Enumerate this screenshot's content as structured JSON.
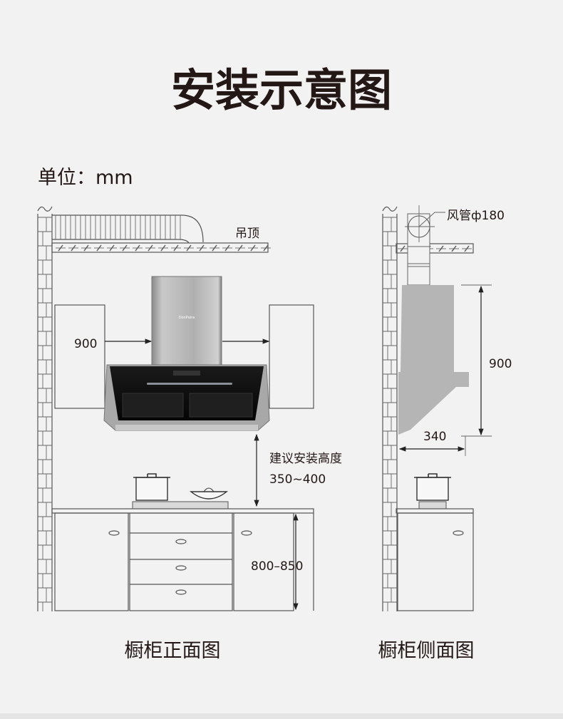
{
  "title": "安装示意图",
  "unit_label": "单位：mm",
  "front_view": {
    "ceiling_label": "吊顶",
    "cabinet_width_label": "900",
    "install_height_label": "建议安装高度",
    "install_height_value": "350~400",
    "counter_height_label": "800–850",
    "caption": "橱柜正面图",
    "hood_brand": "DonPaira"
  },
  "side_view": {
    "duct_label": "风管ф180",
    "hood_height_label": "900",
    "hood_depth_label": "340",
    "caption": "橱柜侧面图"
  },
  "colors": {
    "background": "#f2f2f2",
    "text": "#231815",
    "hood_side": "#b5b5b5",
    "hood_glass": "#111111"
  }
}
